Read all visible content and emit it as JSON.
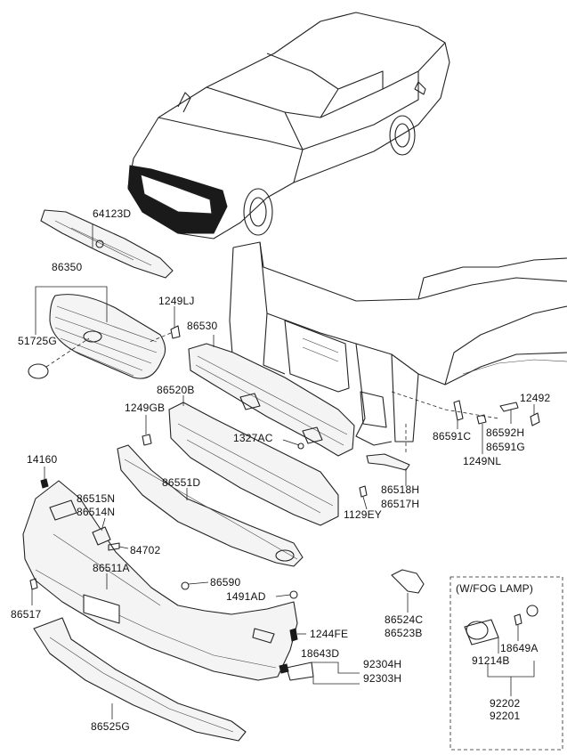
{
  "callouts": {
    "p64123D": "64123D",
    "p86350": "86350",
    "p1249LJ": "1249LJ",
    "p51725G": "51725G",
    "p86530": "86530",
    "p86520B": "86520B",
    "p1249GB": "1249GB",
    "p12492": "12492",
    "p86591C": "86591C",
    "p86592H": "86592H",
    "p86591G": "86591G",
    "p1249NL": "1249NL",
    "p1327AC": "1327AC",
    "p14160": "14160",
    "p86551D": "86551D",
    "p86515N": "86515N",
    "p86514N": "86514N",
    "p86518H": "86518H",
    "p86517H": "86517H",
    "p1129EY": "1129EY",
    "p84702": "84702",
    "p86511A": "86511A",
    "p86590": "86590",
    "p1491AD": "1491AD",
    "p86517": "86517",
    "p1244FE": "1244FE",
    "p18643D": "18643D",
    "p92304H": "92304H",
    "p92303H": "92303H",
    "p86524C": "86524C",
    "p86523B": "86523B",
    "p86525G": "86525G"
  },
  "fog_lamp_box": {
    "title": "(W/FOG LAMP)",
    "p18649A": "18649A",
    "p91214B": "91214B",
    "p92202": "92202",
    "p92201": "92201"
  }
}
